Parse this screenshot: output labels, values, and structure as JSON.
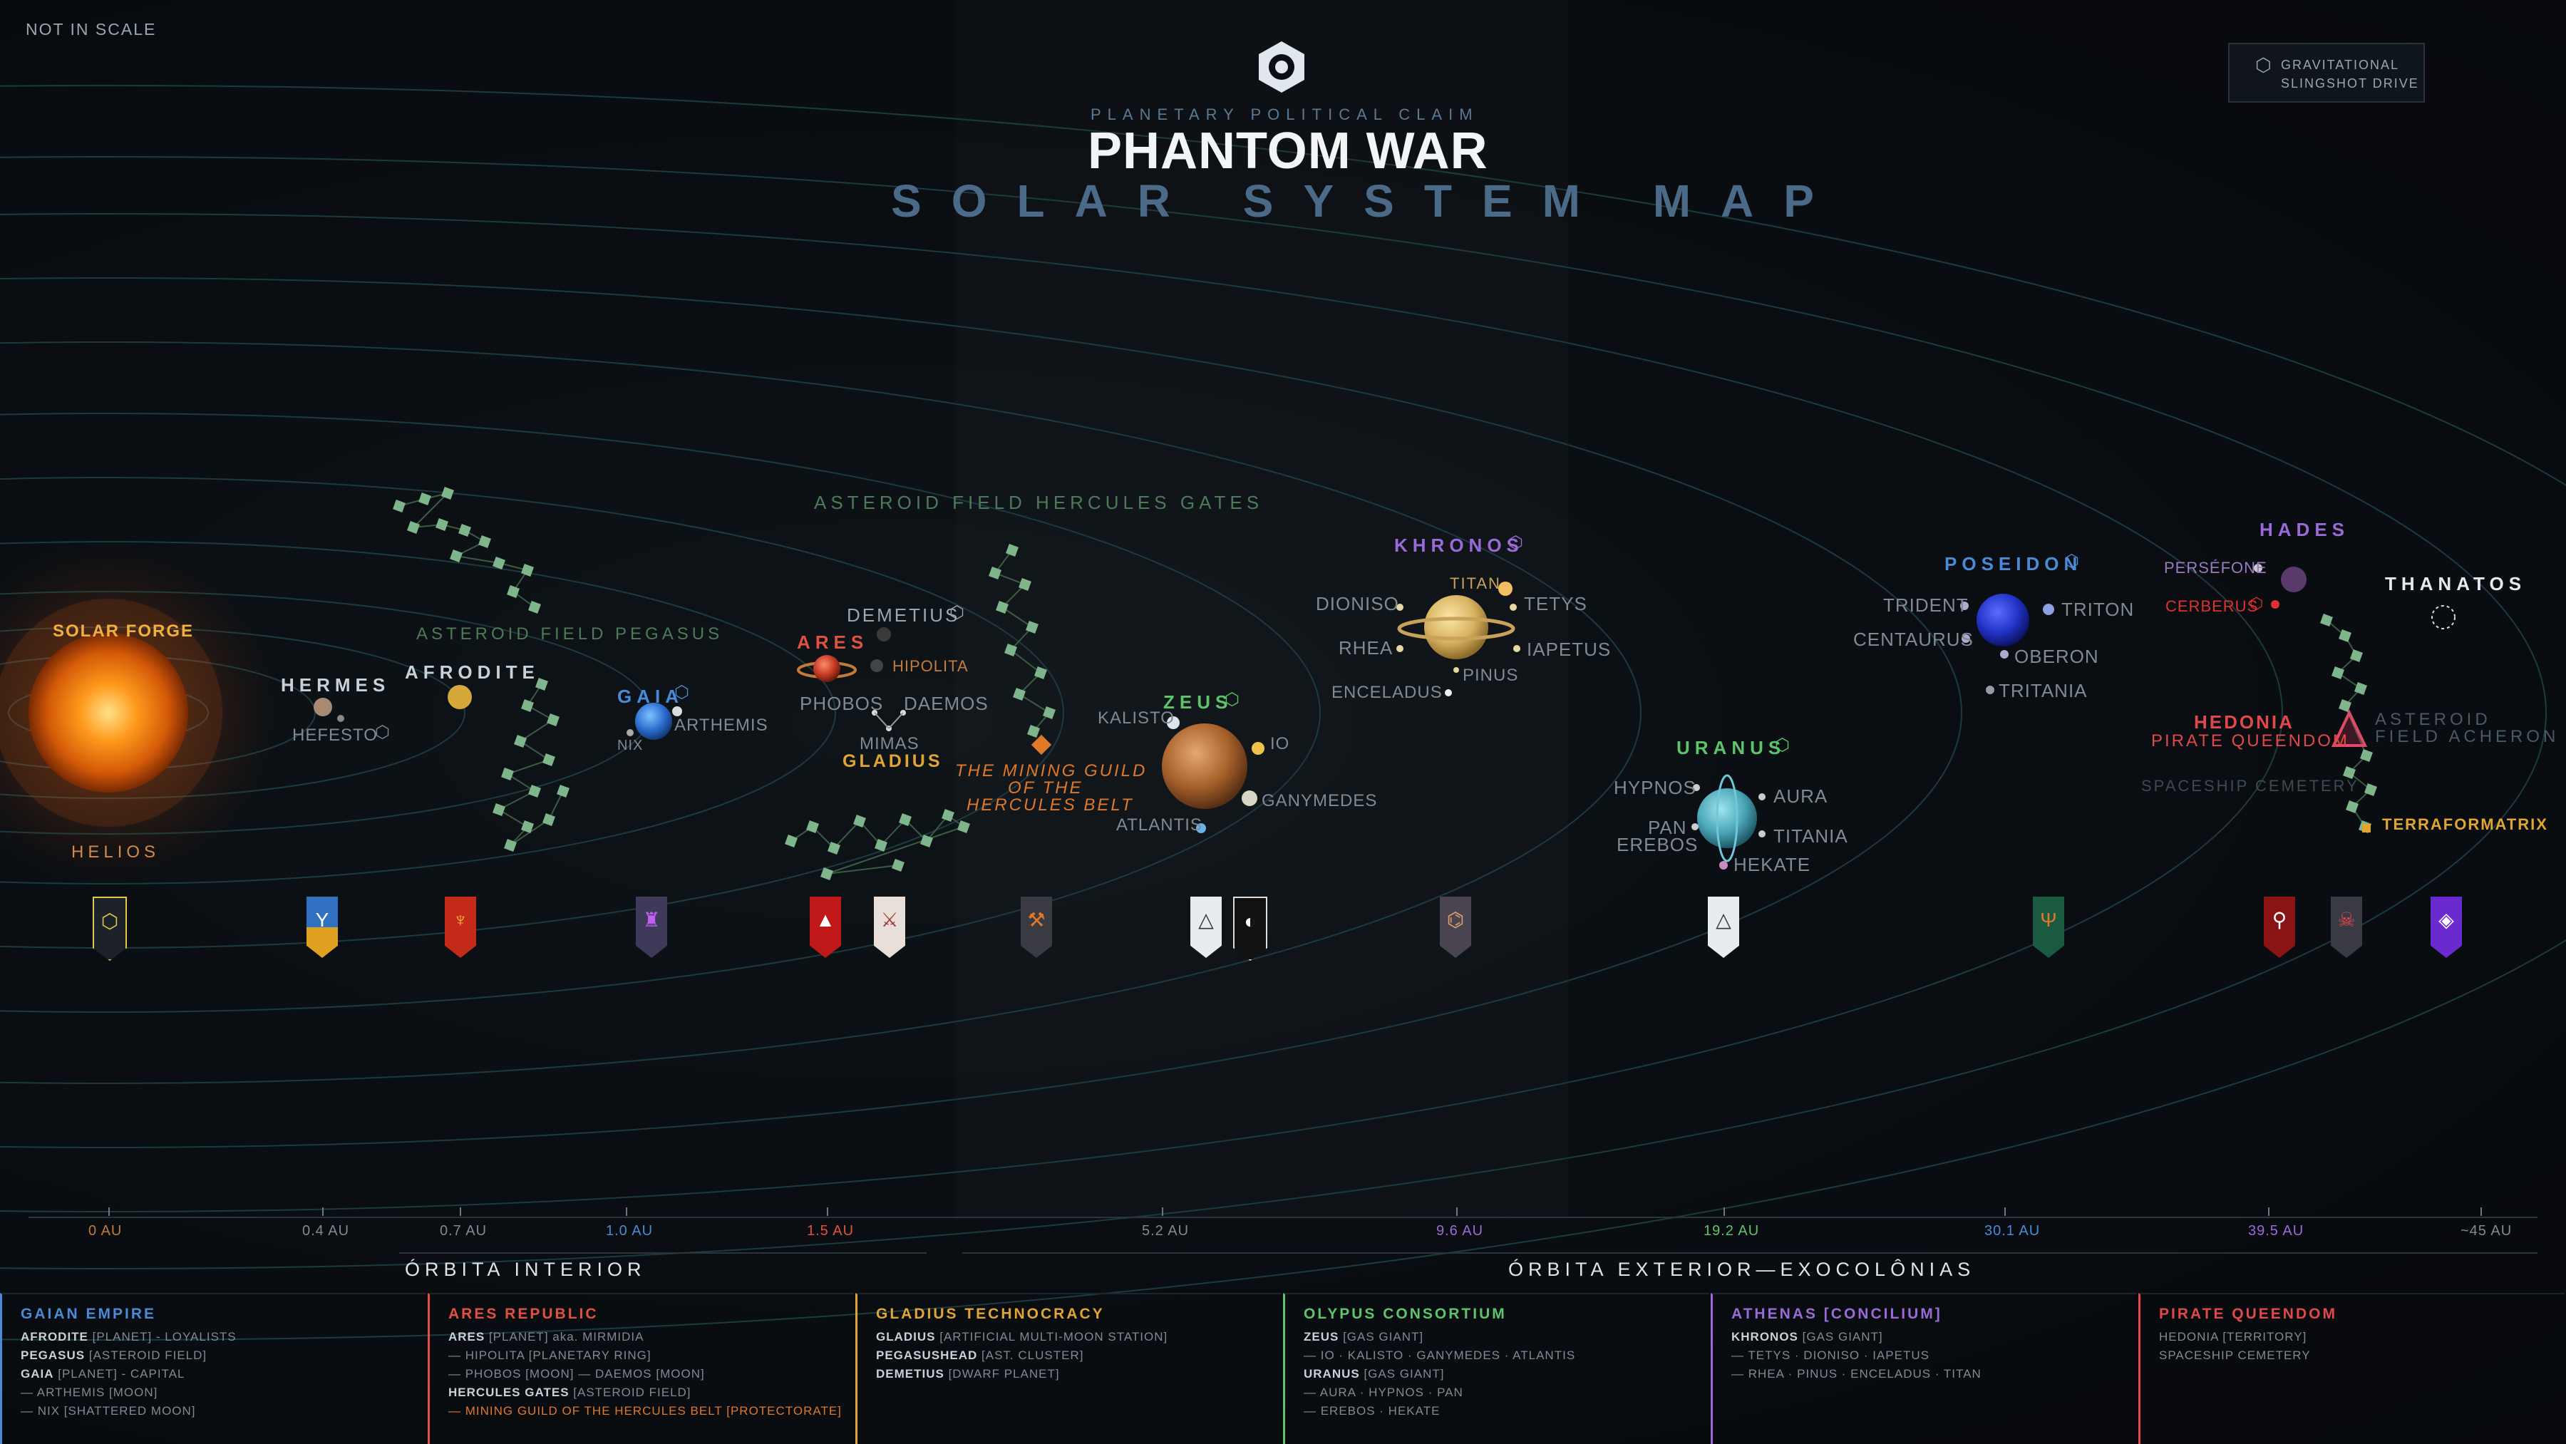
{
  "top": {
    "scale_note": "NOT IN SCALE",
    "subtitle": "PLANETARY POLITICAL CLAIM",
    "title": "PHANTOM WAR",
    "heading": "SOLAR SYSTEM MAP",
    "drive_line1": "GRAVITATIONAL",
    "drive_line2": "SLINGSHOT DRIVE"
  },
  "bodies": {
    "solar_forge": "SOLAR FORGE",
    "helios": "HELIOS",
    "hermes": "HERMES",
    "hefesto": "HEFESTO",
    "afrodite": "AFRODITE",
    "field_pegasus": "ASTEROID FIELD PEGASUS",
    "gaia": "GAIA",
    "arthemis": "ARTHEMIS",
    "nix": "NIX",
    "field_hercules": "ASTEROID FIELD HERCULES GATES",
    "demetius": "DEMETIUS",
    "ares": "ARES",
    "hipolita": "HIPOLITA",
    "phobos": "PHOBOS",
    "daemos": "DAEMOS",
    "mimas": "MIMAS",
    "gladius": "GLADIUS",
    "guild_1": "THE MINING GUILD",
    "guild_2": "OF THE",
    "guild_3": "HERCULES BELT",
    "zeus": "ZEUS",
    "kalisto": "KALISTO",
    "io": "IO",
    "ganymedes": "GANYMEDES",
    "atlantis": "ATLANTIS",
    "khronos": "KHRONOS",
    "dioniso": "DIONISO",
    "titan": "TITAN",
    "tetys": "TETYS",
    "rhea": "RHEA",
    "iapetus": "IAPETUS",
    "pinus": "PINUS",
    "enceladus": "ENCELADUS",
    "uranus": "URANUS",
    "hypnos": "HYPNOS",
    "aura": "AURA",
    "pan": "PAN",
    "erebos": "EREBOS",
    "titania": "TITANIA",
    "hekate": "HEKATE",
    "poseidon": "POSEIDON",
    "trident": "TRIDENT",
    "triton": "TRITON",
    "centaurus": "CENTAURUS",
    "oberon": "OBERON",
    "tritania": "TRITANIA",
    "hades": "HADES",
    "persefone": "PERSÉFONE",
    "cerberus": "CERBERUS",
    "thanatos": "THANATOS",
    "hedonia": "HEDONIA",
    "pirate_queendom": "PIRATE QUEENDOM",
    "field_acheron_1": "ASTEROID",
    "field_acheron_2": "FIELD ACHERON",
    "spaceship_cemetery": "SPACESHIP CEMETERY",
    "terraformatrix": "TERRAFORMATRIX"
  },
  "axis": {
    "ticks": [
      "0 AU",
      "0.4 AU",
      "0.7 AU",
      "1.0 AU",
      "1.5 AU",
      "5.2 AU",
      "9.6 AU",
      "19.2 AU",
      "30.1 AU",
      "39.5 AU",
      "~45 AU"
    ],
    "inner": "ÓRBITA  INTERIOR",
    "outer": "ÓRBITA  EXTERIOR—EXOCOLÔNIAS"
  },
  "colors": {
    "gaian": "#4b8ad6",
    "ares": "#e0523f",
    "gladius": "#e0a532",
    "olypus": "#5cc46a",
    "athenas": "#9a6ad8",
    "pirate": "#e0484a",
    "asteroid": "#7fb58a"
  },
  "legend": [
    {
      "header": "GAIAN EMPIRE",
      "lines": [
        {
          "b": "AFRODITE",
          "t": " [PLANET] - LOYALISTS"
        },
        {
          "b": "PEGASUS",
          "t": " [ASTEROID FIELD]"
        },
        {
          "b": "GAIA",
          "t": " [PLANET] - CAPITAL"
        },
        {
          "b": "",
          "t": "— ARTHEMIS [MOON]"
        },
        {
          "b": "",
          "t": "— NIX [SHATTERED MOON]"
        }
      ]
    },
    {
      "header": "ARES REPUBLIC",
      "lines": [
        {
          "b": "ARES",
          "t": " [PLANET] aka. MIRMIDIA"
        },
        {
          "b": "",
          "t": "— HIPOLITA [PLANETARY RING]"
        },
        {
          "b": "",
          "t": "— PHOBOS [MOON] — DAEMOS [MOON]"
        },
        {
          "b": "HERCULES GATES",
          "t": " [ASTEROID FIELD]"
        },
        {
          "b": "",
          "t": "— MINING GUILD OF THE HERCULES BELT [PROTECTORATE]"
        }
      ]
    },
    {
      "header": "GLADIUS TECHNOCRACY",
      "lines": [
        {
          "b": "GLADIUS",
          "t": " [ARTIFICIAL MULTI-MOON STATION]"
        },
        {
          "b": "PEGASUSHEAD",
          "t": " [AST. CLUSTER]"
        },
        {
          "b": "DEMETIUS",
          "t": " [DWARF PLANET]"
        }
      ]
    },
    {
      "header": "OLYPUS CONSORTIUM",
      "lines": [
        {
          "b": "ZEUS",
          "t": " [GAS GIANT]"
        },
        {
          "b": "",
          "t": "— IO · KALISTO · GANYMEDES · ATLANTIS"
        },
        {
          "b": "URANUS",
          "t": " [GAS GIANT]"
        },
        {
          "b": "",
          "t": "— AURA · HYPNOS · PAN"
        },
        {
          "b": "",
          "t": "— EREBOS · HEKATE"
        }
      ]
    },
    {
      "header": "ATHENAS [CONCILIUM]",
      "lines": [
        {
          "b": "KHRONOS",
          "t": " [GAS GIANT]"
        },
        {
          "b": "",
          "t": "— TETYS · DIONISO · IAPETUS"
        },
        {
          "b": "",
          "t": "— RHEA · PINUS · ENCELADUS · TITAN"
        }
      ]
    },
    {
      "header": "PIRATE QUEENDOM",
      "lines": [
        {
          "b": "",
          "t": "HEDONIA [TERRITORY]"
        },
        {
          "b": "",
          "t": "SPACESHIP CEMETERY"
        }
      ]
    }
  ]
}
